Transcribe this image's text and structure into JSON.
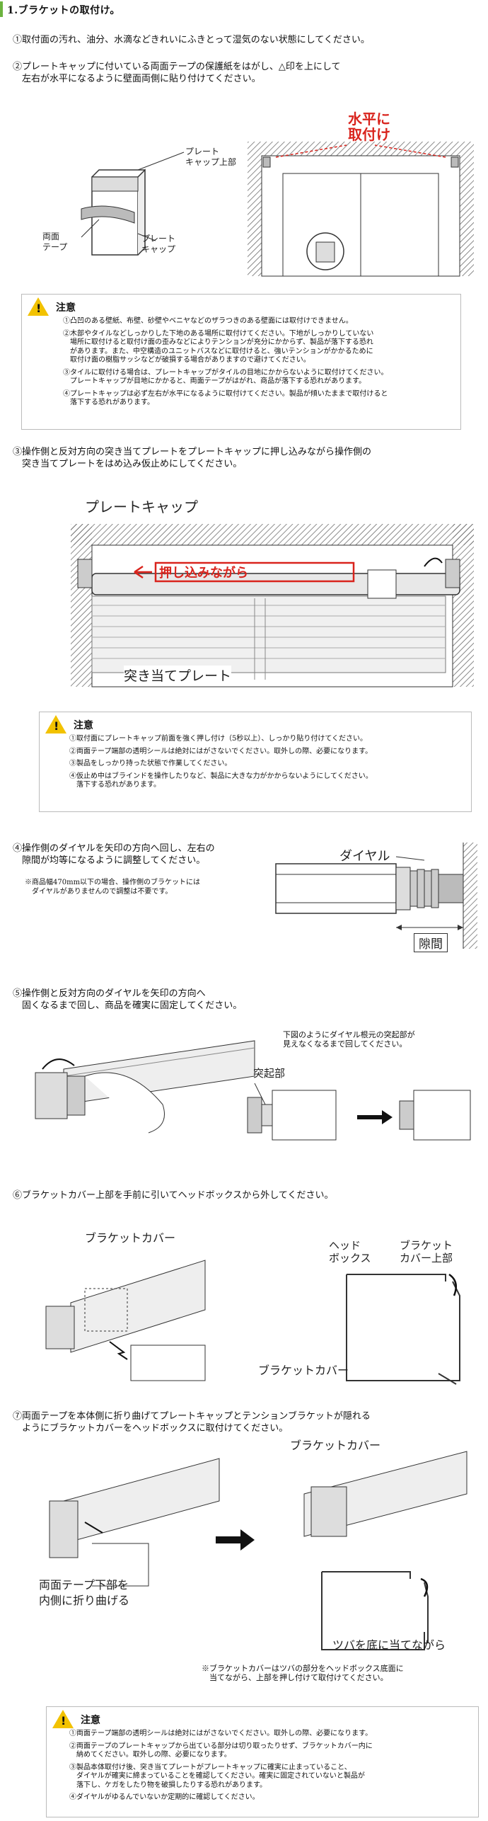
{
  "title": "1.ブラケットの取付け。",
  "steps": {
    "s1": "①取付面の汚れ、油分、水滴などきれいにふきとって湿気のない状態にしてください。",
    "s2": "②プレートキャップに付いている両面テープの保護紙をはがし、△印を上にして\n　左右が水平になるように壁面両側に貼り付けてください。",
    "s3": "③操作側と反対方向の突き当てプレートをプレートキャップに押し込みながら操作側の\n　突き当てプレートをはめ込み仮止めにしてください。",
    "s4": "④操作側のダイヤルを矢印の方向へ回し、左右の\n　隙間が均等になるように調整してください。",
    "s4_note": "※商品幅470mm以下の場合、操作側のブラケットには\n　ダイヤルがありませんので調整は不要です。",
    "s5": "⑤操作側と反対方向のダイヤルを矢印の方向へ\n　固くなるまで回し、商品を確実に固定してください。",
    "s5_note": "下図のようにダイヤル根元の突起部が\n見えなくなるまで回してください。",
    "s6": "⑥ブラケットカバー上部を手前に引いてヘッドボックスから外してください。",
    "s7": "⑦両面テープを本体側に折り曲げてプレートキャップとテンションブラケットが隠れる\n　ようにブラケットカバーをヘッドボックスに取付けてください。",
    "s7_note": "※ブラケットカバーはツバの部分をヘッドボックス底面に\n　当てながら、上部を押し付けて取付けてください。"
  },
  "labels": {
    "plate_cap_top": "プレート\nキャップ上部",
    "tape": "両面\nテープ",
    "plate_cap": "プレート\nキャップ",
    "horizontal": "水平に\n取付け",
    "plate_cap2": "プレートキャップ",
    "push": "押し込みながら",
    "stop_plate": "突き当てプレート",
    "dial": "ダイヤル",
    "gap": "隙間",
    "protrusion": "突起部",
    "bracket_cover": "ブラケットカバー",
    "head_box": "ヘッド\nボックス",
    "bracket_cover_top": "ブラケット\nカバー上部",
    "bracket_cover2": "ブラケットカバー",
    "bracket_cover3": "ブラケットカバー",
    "fold_tape": "両面テープ下部を\n内側に折り曲げる",
    "flange": "ツバを底に当てながら"
  },
  "cautions": [
    {
      "heading": "注意",
      "items": [
        "①凸凹のある壁紙、布壁、砂壁やベニヤなどのザラつきのある壁面には取付けできません。",
        "②木部やタイルなどしっかりした下地のある場所に取付けてください。下地がしっかりしていない\n　場所に取付けると取付け面の歪みなどによりテンションが充分にかからず、製品が落下する恐れ\n　があります。また、中空構造のユニットバスなどに取付けると、強いテンションがかかるために\n　取付け面の樹脂サッシなどが破損する場合がありますので避けてください。",
        "③タイルに取付ける場合は、プレートキャップがタイルの目地にかからないように取付けてください。\n　プレートキャップが目地にかかると、両面テープがはがれ、商品が落下する恐れがあります。",
        "④プレートキャップは必ず左右が水平になるように取付けてください。製品が傾いたままで取付けると\n　落下する恐れがあります。"
      ]
    },
    {
      "heading": "注意",
      "items": [
        "①取付面にプレートキャップ前面を強く押し付け（5秒以上）、しっかり貼り付けてください。",
        "②両面テープ端部の透明シールは絶対にはがさないでください。取外しの際、必要になります。",
        "③製品をしっかり持った状態で作業してください。",
        "④仮止め中はブラインドを操作したりなど、製品に大きな力がかからないようにしてください。\n　落下する恐れがあります。"
      ]
    },
    {
      "heading": "注意",
      "items": [
        "①両面テープ端部の透明シールは絶対にはがさないでください。取外しの際、必要になります。",
        "②両面テープのプレートキャップから出ている部分は切り取ったりせず、ブラケットカバー内に\n　納めてください。取外しの際、必要になります。",
        "③製品本体取付け後、突き当てプレートがプレートキャップに確実に止まっていること、\n　ダイヤルが確実に締まっていることを確認してください。確実に固定されていないと製品が\n　落下し、ケガをしたり物を破損したりする恐れがあります。",
        "④ダイヤルがゆるんでいないか定期的に確認してください。"
      ]
    }
  ],
  "colors": {
    "accent_green": "#6cb33f",
    "red": "#d9241d",
    "warn_yellow": "#f2c200"
  }
}
